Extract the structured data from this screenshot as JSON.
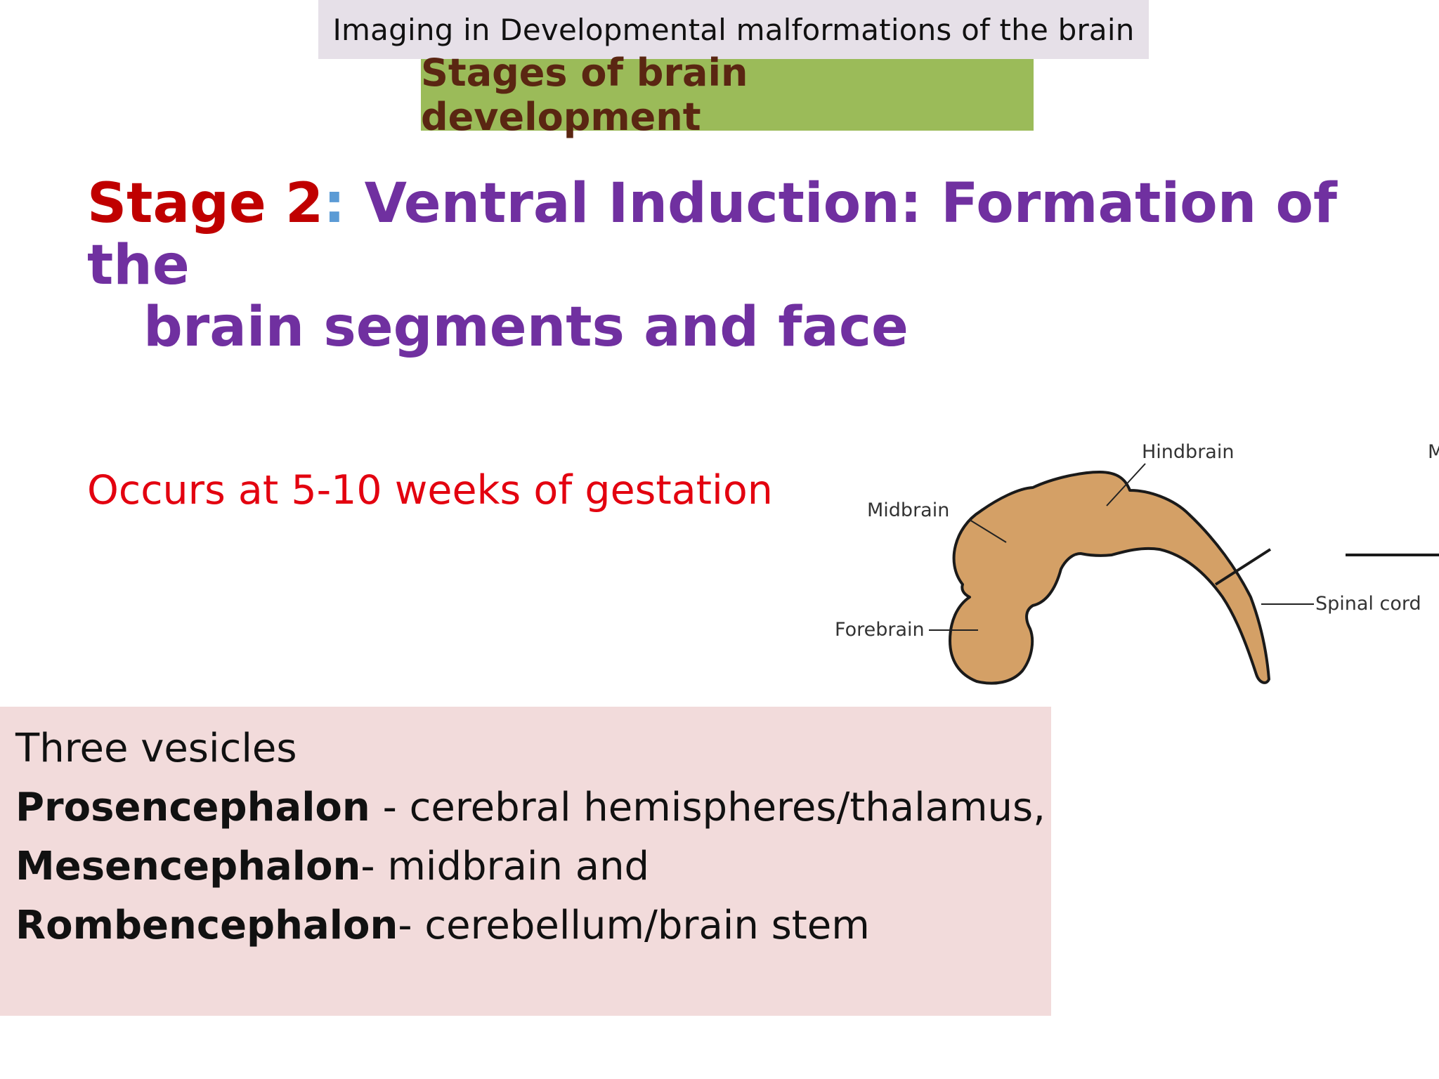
{
  "header": {
    "title": "Imaging in Developmental malformations of the brain"
  },
  "section": {
    "title": "Stages of brain development"
  },
  "slide": {
    "stage_label": "Stage 2",
    "colon": ":",
    "title_line1": " Ventral Induction: Formation of the",
    "title_line2": "brain segments and face",
    "occurs": "Occurs at 5-10 weeks of gestation"
  },
  "diagram": {
    "labels": {
      "hindbrain": "Hindbrain",
      "midbrain": "Midbrain",
      "forebrain": "Forebrain",
      "spinal_cord": "Spinal cord"
    },
    "fill_color": "#d4a066"
  },
  "vesicles": {
    "heading": "Three vesicles",
    "items": [
      {
        "term": "Prosencephalon",
        "desc": " - cerebral hemispheres/thalamus,"
      },
      {
        "term": "Mesencephalon",
        "desc": "- midbrain  and"
      },
      {
        "term": "Rombencephalon",
        "desc": "- cerebellum/brain stem"
      }
    ]
  }
}
